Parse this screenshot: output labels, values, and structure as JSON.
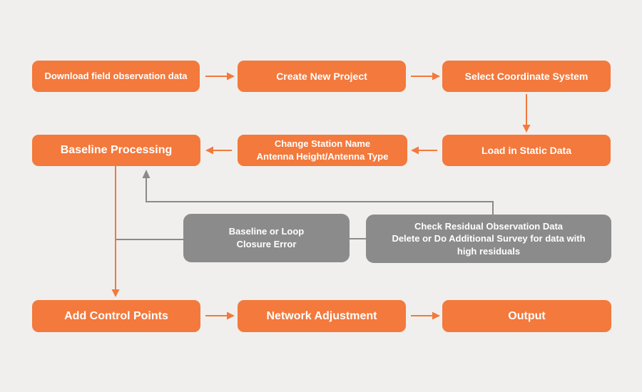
{
  "page": {
    "background_color": "#f0efed"
  },
  "colors": {
    "process_box_orange": "#f3793c",
    "feedback_box_gray": "#8b8b8b",
    "connector_gray": "#8a8a8a",
    "label_text": "#ffffff"
  },
  "flowchart": {
    "nodes": {
      "download": {
        "label": "Download field observation data"
      },
      "create_project": {
        "label": "Create New Project"
      },
      "select_coord": {
        "label": "Select Coordinate System"
      },
      "load_static": {
        "label": "Load in Static Data"
      },
      "change_station": {
        "label": "Change Station Name\nAntenna Height/Antenna Type"
      },
      "baseline_processing": {
        "label": "Baseline Processing"
      },
      "closure_error": {
        "label": "Baseline or Loop\nClosure Error"
      },
      "check_residual": {
        "label": "Check Residual Observation Data\nDelete or Do Additional Survey for data with\nhigh residuals"
      },
      "add_control": {
        "label": "Add Control Points"
      },
      "network_adjustment": {
        "label": "Network Adjustment"
      },
      "output": {
        "label": "Output"
      }
    },
    "edges": [
      {
        "from": "download",
        "to": "create_project",
        "color": "orange",
        "style": "arrow"
      },
      {
        "from": "create_project",
        "to": "select_coord",
        "color": "orange",
        "style": "arrow"
      },
      {
        "from": "select_coord",
        "to": "load_static",
        "color": "orange",
        "style": "arrow"
      },
      {
        "from": "load_static",
        "to": "change_station",
        "color": "orange",
        "style": "arrow"
      },
      {
        "from": "change_station",
        "to": "baseline_processing",
        "color": "orange",
        "style": "arrow"
      },
      {
        "from": "baseline_processing",
        "to": "add_control",
        "color": "orange",
        "style": "arrow"
      },
      {
        "from": "baseline_processing",
        "to": "closure_error",
        "color": "gray",
        "style": "line"
      },
      {
        "from": "closure_error",
        "to": "check_residual",
        "color": "gray",
        "style": "line"
      },
      {
        "from": "check_residual",
        "to": "baseline_processing",
        "color": "gray",
        "style": "arrow"
      },
      {
        "from": "add_control",
        "to": "network_adjustment",
        "color": "orange",
        "style": "arrow"
      },
      {
        "from": "network_adjustment",
        "to": "output",
        "color": "orange",
        "style": "arrow"
      }
    ]
  }
}
